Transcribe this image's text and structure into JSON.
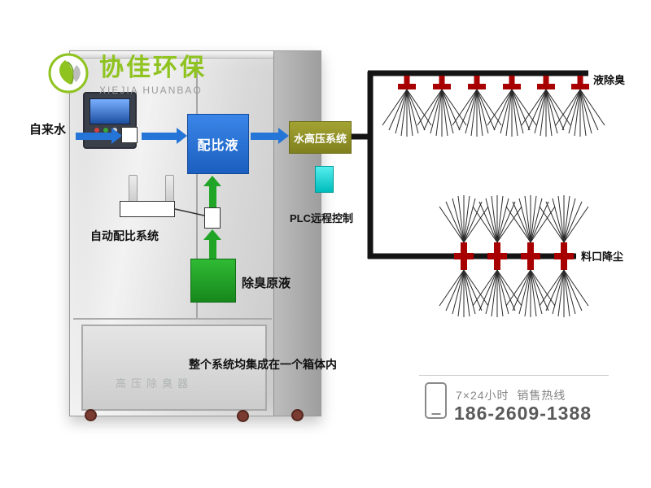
{
  "logo": {
    "title": "协佳环保",
    "subtitle": "XIEJIA HUANBAO",
    "brand_color": "#8fc31f"
  },
  "flow": {
    "tap_water": "自来水",
    "mix_liquid": "配比液",
    "high_pressure": "水高压系统",
    "plc_label": "PLC远程控制",
    "auto_ratio_label": "自动配比系统",
    "deodor_source": "除臭原液",
    "integrated_note": "整个系统均集成在一个箱体内",
    "machine_watermark": "高压除臭器"
  },
  "pipes": {
    "top_label": "液除臭",
    "bottom_label": "料口降尘"
  },
  "contact": {
    "hotline_label": "7×24小时  销售热线",
    "phone": "186-2609-1388"
  },
  "colors": {
    "brand_green": "#8fc31f",
    "arrow_blue": "#2575d8",
    "box_blue": "#2878d8",
    "box_olive": "#95952b",
    "box_cyan": "#00d8d8",
    "box_green": "#21a527",
    "nozzle_red": "#a80000",
    "pipe_black": "#141414"
  }
}
